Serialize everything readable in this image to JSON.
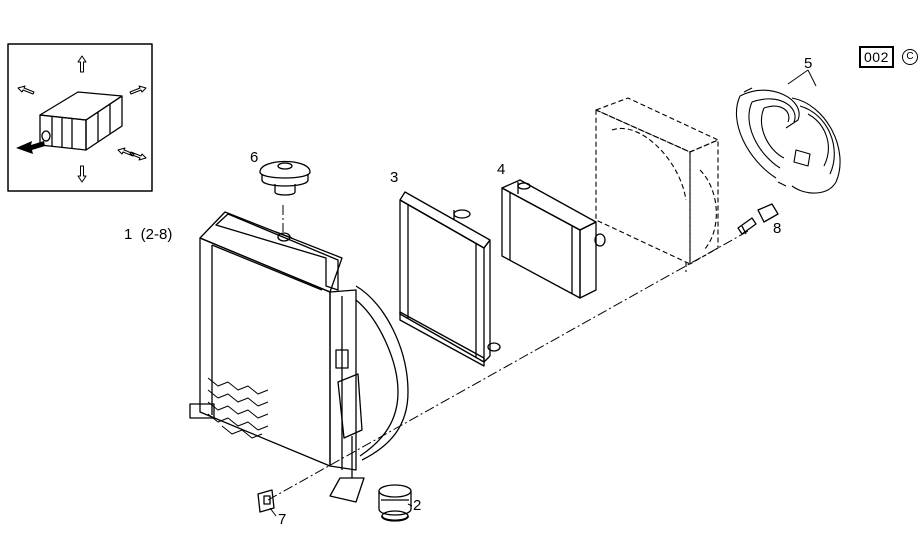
{
  "diagram": {
    "doc_code": "002",
    "copyright_symbol": "C",
    "callouts": {
      "c1": "1  (2-8)",
      "c2": "2",
      "c3": "3",
      "c4": "4",
      "c5": "5",
      "c6": "6",
      "c7": "7",
      "c8": "8"
    }
  }
}
